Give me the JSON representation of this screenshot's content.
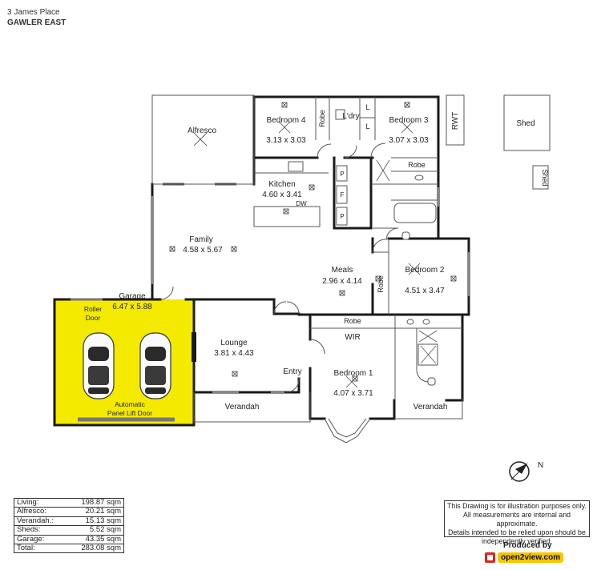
{
  "header": {
    "address_line1": "3 James Place",
    "address_line2": "GAWLER EAST"
  },
  "rooms": {
    "alfresco": {
      "name": "Alfresco"
    },
    "bedroom4": {
      "name": "Bedroom 4",
      "dims": "3.13 x 3.03"
    },
    "robe_b4": {
      "name": "Robe"
    },
    "laundry": {
      "name": "L'dry"
    },
    "linen1": {
      "name": "L"
    },
    "linen2": {
      "name": "L"
    },
    "bedroom3": {
      "name": "Bedroom 3",
      "dims": "3.07 x 3.03"
    },
    "robe_b3": {
      "name": "Robe"
    },
    "kitchen": {
      "name": "Kitchen",
      "dims": "4.60 x 3.41"
    },
    "dw": {
      "name": "DW"
    },
    "pantry1": {
      "name": "P"
    },
    "pantry2": {
      "name": "F"
    },
    "pantry3": {
      "name": "P"
    },
    "family": {
      "name": "Family",
      "dims": "4.58 x 5.67"
    },
    "meals": {
      "name": "Meals",
      "dims": "2.96 x 4.14"
    },
    "bedroom2": {
      "name": "Bedroom 2",
      "dims": "4.51 x 3.47"
    },
    "robe_b2": {
      "name": "Robe"
    },
    "robe_master": {
      "name": "Robe"
    },
    "wir": {
      "name": "WIR"
    },
    "bedroom1": {
      "name": "Bedroom 1",
      "dims": "4.07 x 3.71"
    },
    "lounge": {
      "name": "Lounge",
      "dims": "3.81 x 4.43"
    },
    "entry": {
      "name": "Entry"
    },
    "garage": {
      "name": "Garage",
      "dims": "6.47 x 5.88",
      "roller_line1": "Roller",
      "roller_line2": "Door",
      "lift_line1": "Automatic",
      "lift_line2": "Panel Lift Door"
    },
    "verandah_front": {
      "name": "Verandah"
    },
    "verandah_right": {
      "name": "Verandah"
    },
    "rwt": {
      "name": "RWT"
    },
    "shed_large": {
      "name": "Shed"
    },
    "shed_small": {
      "name": "Shed"
    }
  },
  "compass": {
    "label": "N"
  },
  "areas": [
    {
      "label": "Living:",
      "value": "198.87 sqm"
    },
    {
      "label": "Alfresco:",
      "value": "20.21 sqm"
    },
    {
      "label": "Verandah.:",
      "value": "15.13 sqm"
    },
    {
      "label": "Sheds:",
      "value": "5.52 sqm"
    },
    {
      "label": "Garage:",
      "value": "43.35 sqm"
    },
    {
      "label": "Total:",
      "value": "283.08 sqm"
    }
  ],
  "disclaimer": {
    "line1": "This Drawing is for illustration purposes only.",
    "line2": "All measurements are internal and  approximate.",
    "line3": "Details intended to be relied upon should be",
    "line4": "independently verified."
  },
  "credit": {
    "produced_by": "Produced by",
    "brand": "open2view.com"
  },
  "colors": {
    "garage_fill": "#f3ea00",
    "wall": "#1a1a1a",
    "line": "#555555"
  }
}
